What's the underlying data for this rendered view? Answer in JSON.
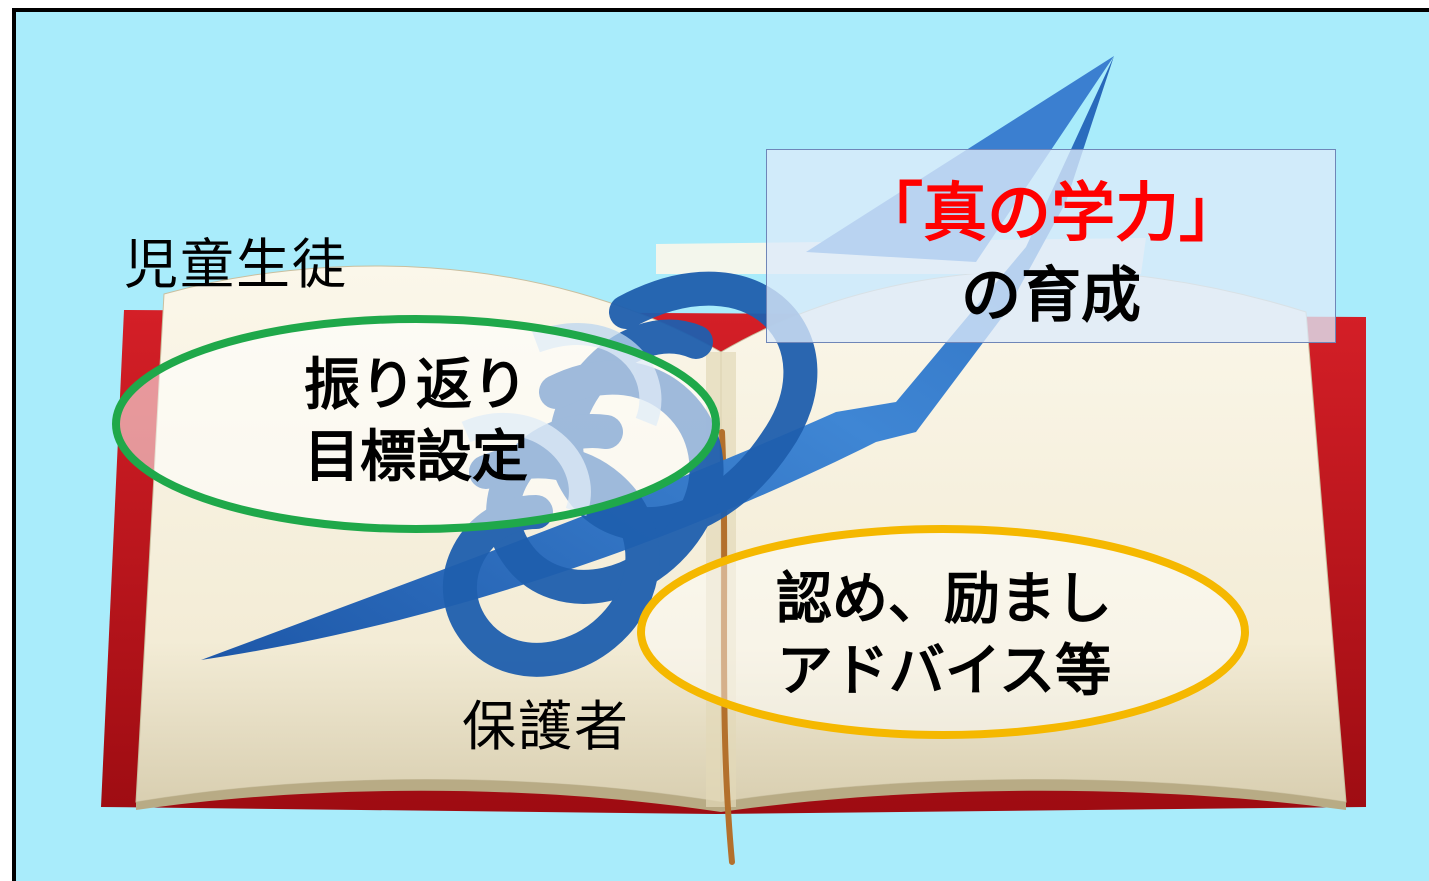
{
  "labels": {
    "students": "児童生徒",
    "guardians": "保護者"
  },
  "nodes": {
    "reflection": {
      "line1": "振り返り",
      "line2": "目標設定"
    },
    "encouragement": {
      "line1": "認め、励まし",
      "line2": "アドバイス等"
    }
  },
  "title": {
    "line1": "「真の学力」",
    "line2": "の育成"
  },
  "colors": {
    "background": "#a9ecfb",
    "reflection_ellipse": "#1fa84a",
    "encouragement_ellipse": "#f5b800",
    "title_accent": "#ff0000",
    "arrow": "#2a63b0",
    "book_cover": "#c8141c"
  },
  "icons": {
    "arrow": "upward-spiral-arrow-icon",
    "book": "open-book-icon"
  }
}
